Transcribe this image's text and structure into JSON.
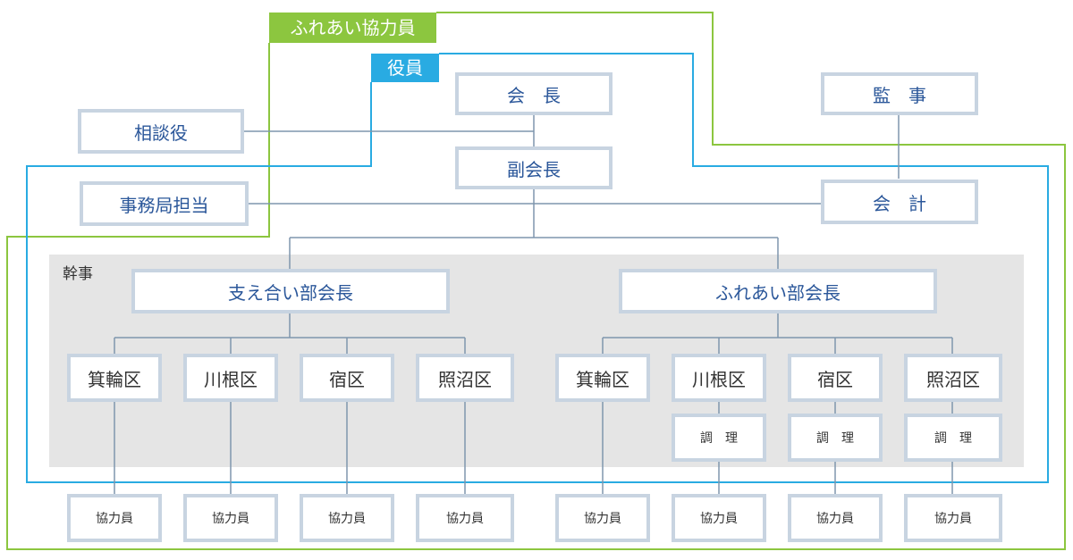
{
  "labels": {
    "fureai_members": "ふれあい協力員",
    "officers": "役員",
    "board": "幹事"
  },
  "top": {
    "chair": "会　長",
    "vice_chair": "副会長",
    "auditor": "監　事",
    "treasurer": "会　計",
    "advisor": "相談役",
    "secretariat": "事務局担当"
  },
  "departments": {
    "support": "支え合い部会長",
    "fureai": "ふれあい部会長"
  },
  "districts": {
    "left": [
      "箕輪区",
      "川根区",
      "宿区",
      "照沼区"
    ],
    "right": [
      "箕輪区",
      "川根区",
      "宿区",
      "照沼区"
    ]
  },
  "cooking": [
    "調　理",
    "調　理",
    "調　理"
  ],
  "helpers": [
    "協力員",
    "協力員",
    "協力員",
    "協力員",
    "協力員",
    "協力員",
    "協力員",
    "協力員"
  ],
  "colors": {
    "green_frame": "#8cc63f",
    "blue_frame": "#29abe2",
    "line": "#7f96ad",
    "box_border": "#c8d4e1",
    "text_blue": "#2b579a"
  }
}
